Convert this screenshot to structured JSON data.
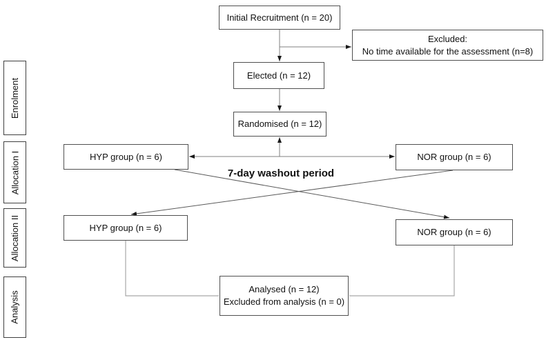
{
  "diagram": {
    "kind": "study-flow-chart",
    "stages": [
      {
        "label": "Enrolment"
      },
      {
        "label": "Allocation I"
      },
      {
        "label": "Allocation II"
      },
      {
        "label": "Analysis"
      }
    ],
    "nodes": {
      "initial_recruitment": {
        "label": "Initial Recruitment (n = 20)"
      },
      "excluded": {
        "line1": "Excluded:",
        "line2": "No time available for the assessment (n=8)"
      },
      "elected": {
        "label": "Elected (n = 12)"
      },
      "randomised": {
        "label": "Randomised (n = 12)"
      },
      "hyp_group_allocation1": {
        "label": "HYP group (n = 6)"
      },
      "nor_group_allocation1": {
        "label": "NOR group (n = 6)"
      },
      "washout_note": {
        "label": "7-day washout period"
      },
      "hyp_group_allocation2": {
        "label": "HYP group (n = 6)"
      },
      "nor_group_allocation2": {
        "label": "NOR group (n = 6)"
      },
      "analysed": {
        "line1": "Analysed (n = 12)",
        "line2": "Excluded from analysis (n = 0)"
      }
    },
    "edges": [
      {
        "from": "initial_recruitment",
        "to": "elected",
        "arrow": "end"
      },
      {
        "from": "initial_recruitment",
        "to": "excluded",
        "arrow": "end"
      },
      {
        "from": "elected",
        "to": "randomised",
        "arrow": "end"
      },
      {
        "from": "randomised",
        "to": "hyp_group_allocation1",
        "arrow": "end"
      },
      {
        "from": "randomised",
        "to": "nor_group_allocation1",
        "arrow": "end"
      },
      {
        "from": "hyp_group_allocation1",
        "to": "nor_group_allocation2",
        "arrow": "end",
        "style": "diagonal-cross"
      },
      {
        "from": "nor_group_allocation1",
        "to": "hyp_group_allocation2",
        "arrow": "end",
        "style": "diagonal-cross"
      },
      {
        "from": "hyp_group_allocation2",
        "to": "analysed",
        "arrow": "none",
        "style": "elbow"
      },
      {
        "from": "nor_group_allocation2",
        "to": "analysed",
        "arrow": "none",
        "style": "elbow"
      }
    ],
    "colors": {
      "background": "#ffffff",
      "box_border": "#4f4f4f",
      "stage_border": "#3f3f3f",
      "line": "#7f7f7f",
      "arrowhead": "#1a1a1a",
      "text": "#111111"
    }
  }
}
